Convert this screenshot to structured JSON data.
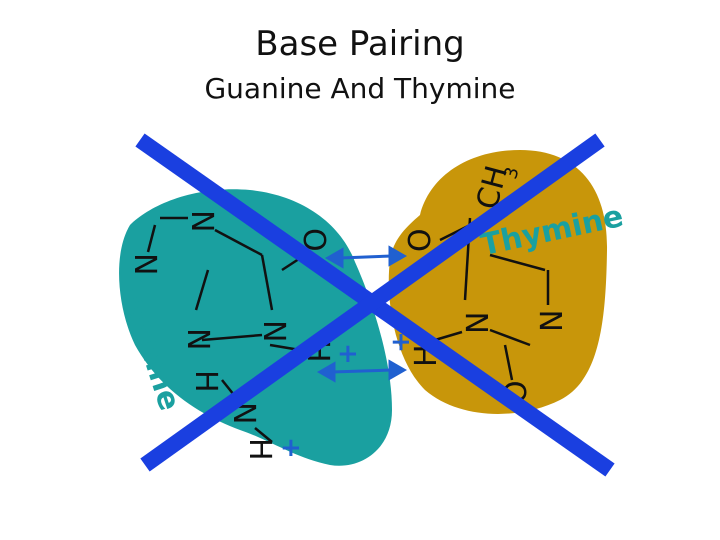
{
  "header": {
    "title": "Base Pairing",
    "subtitle": "Guanine And Thymine"
  },
  "guanine": {
    "name": "Guanine",
    "color": "#1aa0a0",
    "label_color": "#1aa0a0",
    "atoms": {
      "n_top": "N",
      "n_left": "N",
      "n_ring_left": "N",
      "n_ring_right": "N",
      "o": "O",
      "h_ring": "H",
      "h_amine_left": "H",
      "n_amine": "N",
      "h_amine_bottom": "H"
    },
    "charges": {
      "h_ring": "+",
      "h_amine": "+"
    }
  },
  "thymine": {
    "name": "Thymine",
    "color": "#c8960a",
    "label_color": "#1aa0a0",
    "atoms": {
      "ch3": "CH",
      "ch3_sub": "3",
      "o_top": "O",
      "o_charge": "-",
      "h": "H",
      "n_middle": "N",
      "n_right": "N",
      "o_bottom": "O"
    },
    "charges": {
      "h": "+"
    }
  },
  "bonds_color": "#2060d0",
  "cross_color": "#1a3fe0"
}
